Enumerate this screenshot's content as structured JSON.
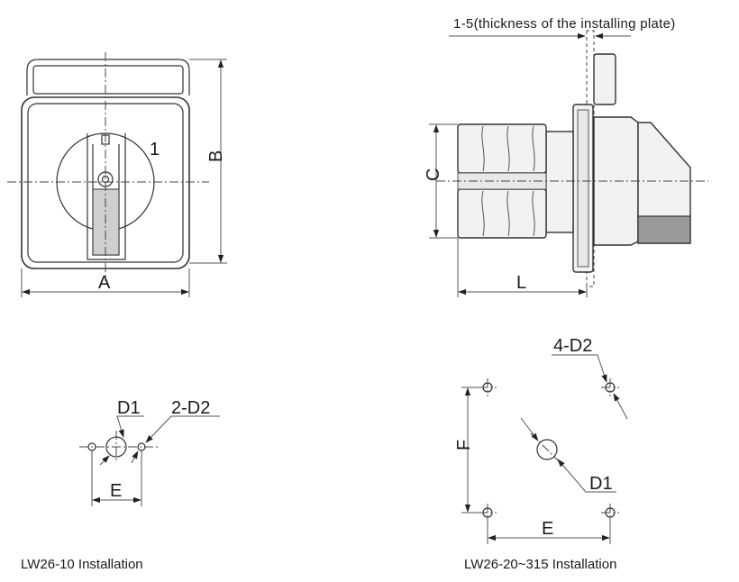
{
  "front_view": {
    "handle_position_label": "1",
    "dim_width": "A",
    "dim_height": "B"
  },
  "side_view": {
    "plate_note": "1-5(thickness of the installing plate)",
    "dim_wafer_height": "C",
    "dim_length": "L"
  },
  "lw26_10": {
    "center_hole": "D1",
    "side_holes": "2-D2",
    "spacing": "E",
    "caption": "LW26-10 Installation"
  },
  "lw26_20_315": {
    "corner_holes": "4-D2",
    "center_hole": "D1",
    "vertical_spacing": "F",
    "horizontal_spacing": "E",
    "caption": "LW26-20~315 Installation"
  }
}
